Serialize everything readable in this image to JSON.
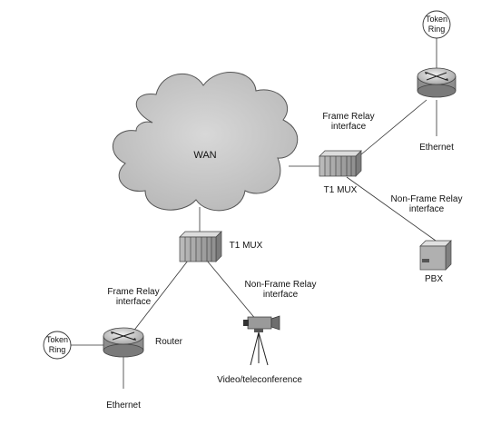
{
  "wan": {
    "label": "WAN"
  },
  "top_right": {
    "token_ring": "Token\nRing",
    "router_uplink_label": "Frame Relay\ninterface",
    "ethernet": "Ethernet",
    "mux": "T1 MUX",
    "pbx_link_label": "Non-Frame Relay\ninterface",
    "pbx": "PBX"
  },
  "bottom_left": {
    "mux": "T1 MUX",
    "router_link_label": "Frame Relay\ninterface",
    "video_link_label": "Non-Frame Relay\ninterface",
    "token_ring": "Token\nRing",
    "router": "Router",
    "ethernet": "Ethernet",
    "video": "Video/teleconference"
  }
}
